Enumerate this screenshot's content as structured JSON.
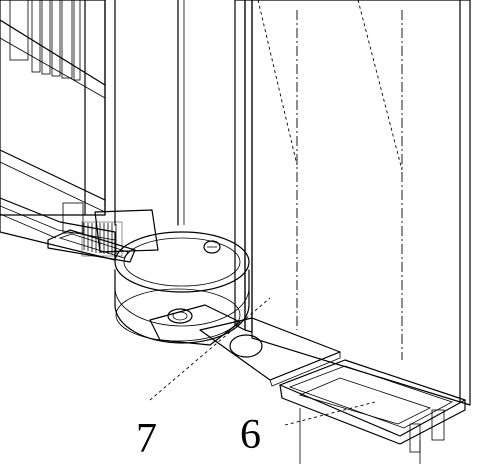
{
  "callouts": [
    {
      "id": "part-7",
      "label": "7"
    },
    {
      "id": "part-6",
      "label": "6"
    }
  ],
  "colors": {
    "ink": "#000000",
    "paper": "#ffffff",
    "shade_dark": "#5a5a5a",
    "shade_mid": "#9a9a9a",
    "shade_light": "#d0d0d0"
  }
}
